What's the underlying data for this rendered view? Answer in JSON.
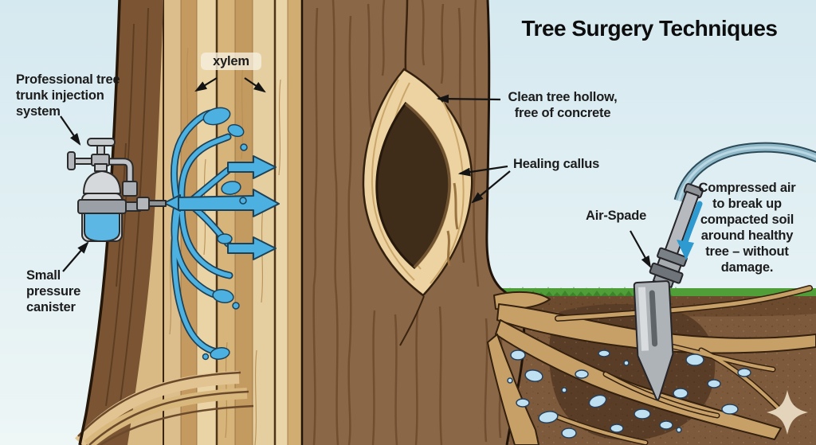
{
  "title": "Tree Surgery Techniques",
  "annotations": {
    "injection_system": "Professional tree\ntrunk injection\nsystem",
    "pressure_canister": "Small\npressure\ncanister",
    "xylem": "xylem",
    "tree_hollow": "Clean tree hollow,\nfree of concrete",
    "healing_callus": "Healing callus",
    "air_spade": "Air-Spade",
    "compressed_air": "Compressed air\nto break up\ncompacted soil\naround healthy\ntree – without\ndamage."
  },
  "colors": {
    "sky_top": "#d5e9f0",
    "sky_bottom": "#eef6f6",
    "bark_left_trunk": "#7b5533",
    "xylem_wood_light": "#ead4a6",
    "xylem_wood_dark": "#c59a60",
    "injection_liquid": "#4cb1e0",
    "right_trunk": "#8a6746",
    "callus_rim": "#ecd3a1",
    "hollow_interior": "#3f2d1a",
    "grass": "#4f9e38",
    "soil": "#7d5a3b",
    "soil_pit": "#5a3d26",
    "root": "#c7a068",
    "air_pocket": "#bfe0f0",
    "tool_metal": "#aeb3b8",
    "hose": "#8fb9c8",
    "motion_arrow_blue": "#2e9ad0",
    "annotation_text": "#1c1c1c"
  }
}
